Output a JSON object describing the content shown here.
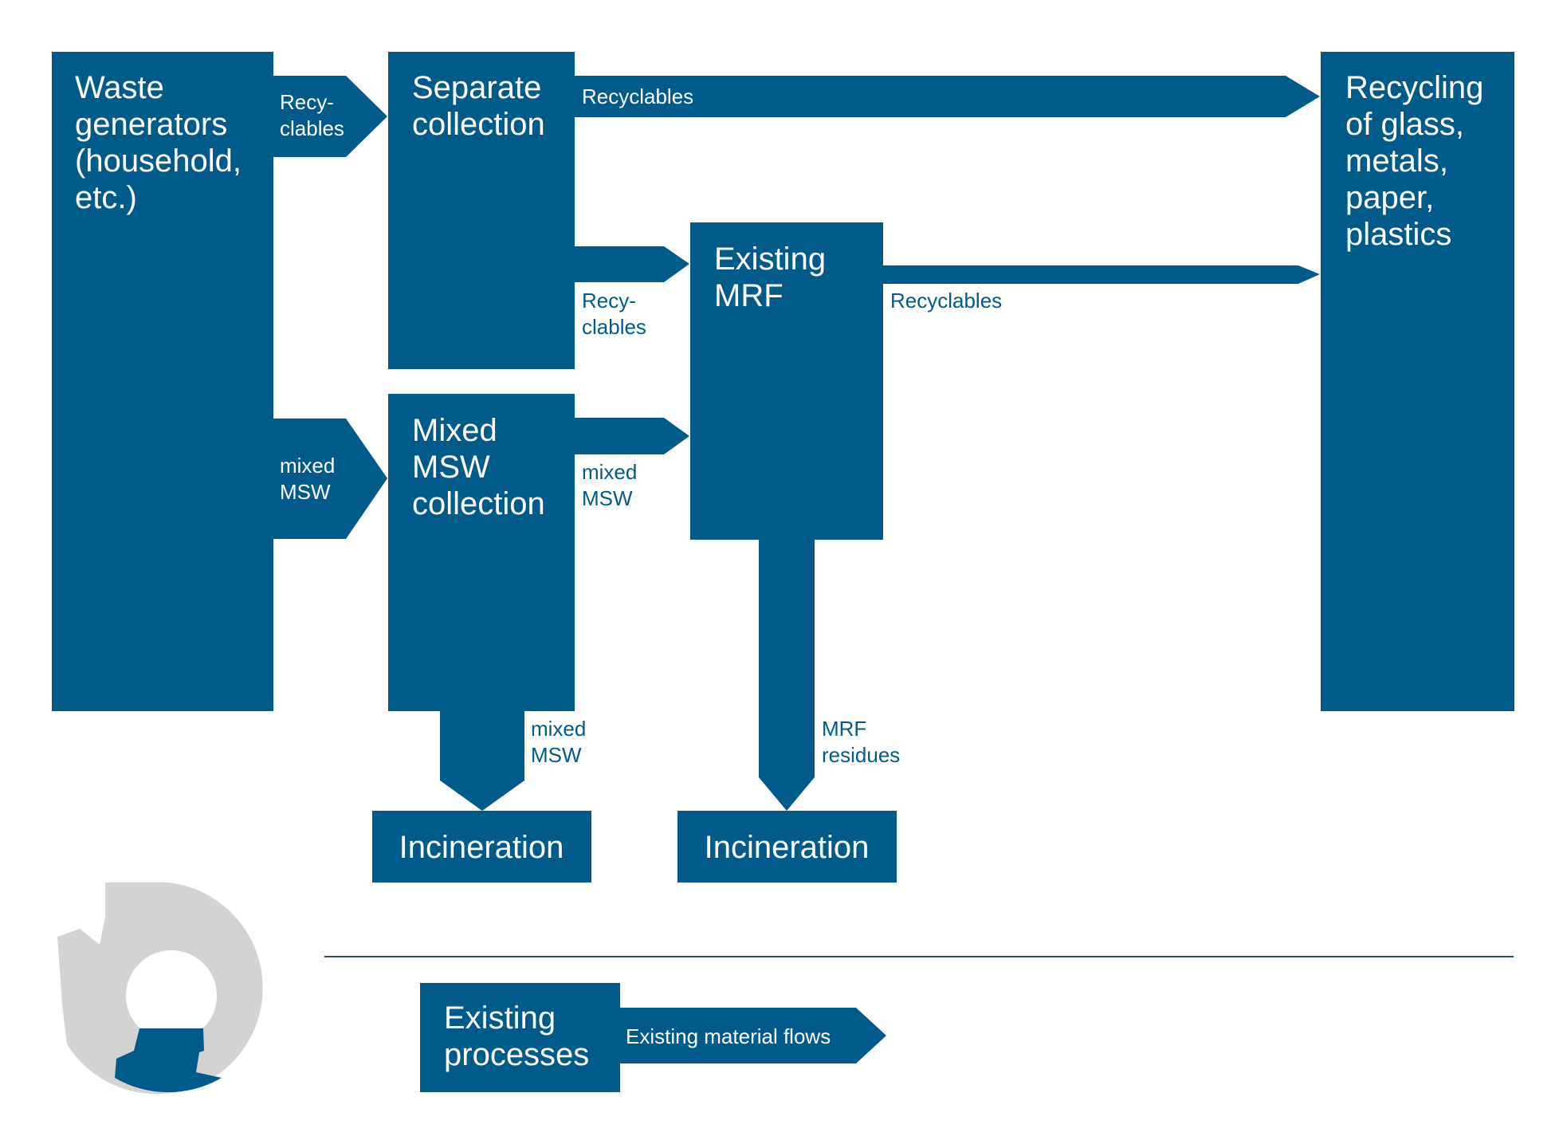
{
  "colors": {
    "process": "#005b8a",
    "logo_light": "#d3d3d3",
    "text_dark": "#1a1a1a",
    "rule": "#2f4f5f"
  },
  "processes": {
    "waste_generators": [
      "Waste",
      "generators",
      "(household,",
      "etc.)"
    ],
    "separate_collection": [
      "Separate",
      "collection"
    ],
    "mixed_msw_collection": [
      "Mixed",
      "MSW",
      "collection"
    ],
    "existing_mrf": [
      "Existing",
      "MRF"
    ],
    "recycling": [
      "Recycling",
      "of glass,",
      "metals,",
      "paper,",
      "plastics"
    ],
    "incineration_1": [
      "Incineration"
    ],
    "incineration_2": [
      "Incineration"
    ]
  },
  "flows": {
    "gen_to_sep": [
      "Recy-",
      "clables"
    ],
    "gen_to_mixed": [
      "mixed",
      "MSW"
    ],
    "sep_to_recycling": [
      "Recyclables"
    ],
    "sep_to_mrf": [
      "Recy-",
      "clables"
    ],
    "mixed_to_mrf": [
      "mixed",
      "MSW"
    ],
    "mrf_to_recycling": [
      "Recyclables"
    ],
    "mixed_to_incineration": [
      "mixed",
      "MSW"
    ],
    "mrf_to_incineration": [
      "MRF",
      "residues"
    ]
  },
  "legend": {
    "title": "Legend:",
    "process_label": [
      "Existing",
      "processes"
    ],
    "flow_label": [
      "Existing material flows"
    ]
  }
}
